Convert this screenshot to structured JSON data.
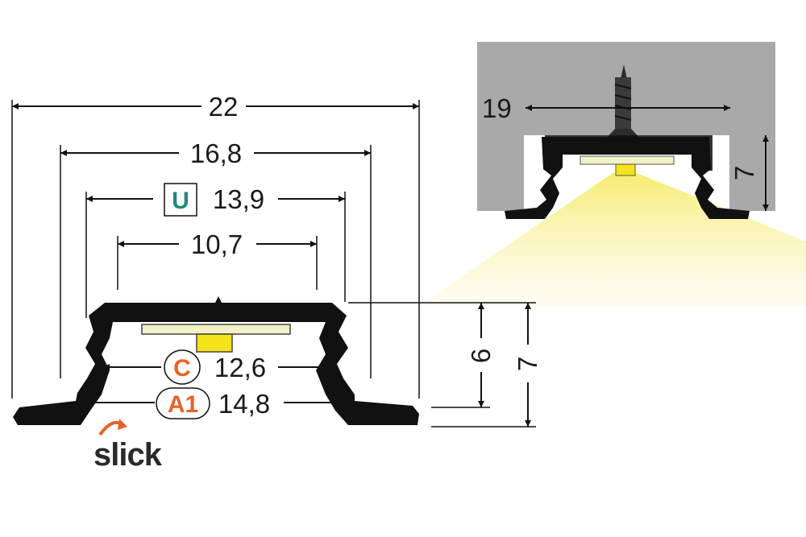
{
  "profile_dimensions": {
    "width_overall": "22",
    "width_2": "16,8",
    "width_3": "13,9",
    "width_4": "10,7",
    "width_5": "12,6",
    "width_6": "14,8",
    "height_inner": "6",
    "height_overall": "7"
  },
  "badges": {
    "u": "U",
    "c": "C",
    "a1": "A1"
  },
  "mounting_detail": {
    "width": "19",
    "height": "7"
  },
  "logo": {
    "text": "slick"
  },
  "colors": {
    "profile": "#111111",
    "led_strip": "#f4f0c8",
    "led": "#f5e31a",
    "light_beam": "#f5ec8a",
    "mounting_surface": "#a9a9a9",
    "badge_u": "#1f8c7a",
    "badge_c_a1": "#e8622a",
    "logo_accent": "#e8622a"
  }
}
